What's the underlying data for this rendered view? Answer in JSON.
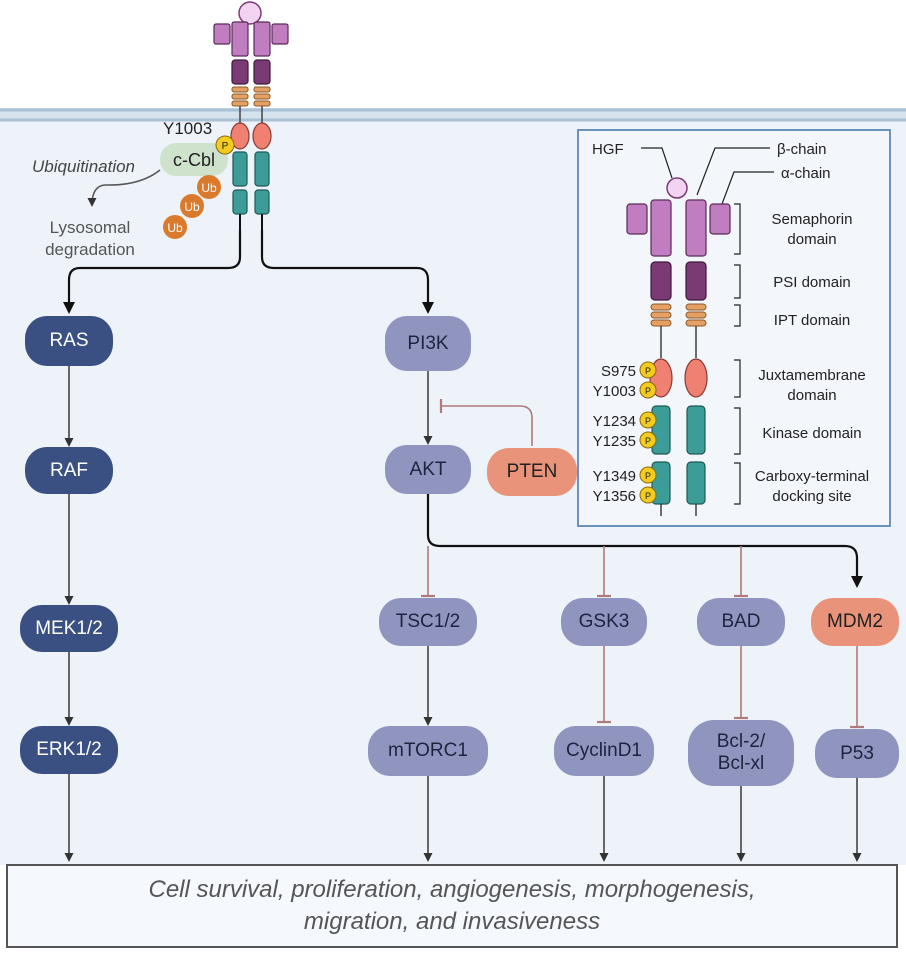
{
  "receptor": {
    "y1003_label": "Y1003",
    "ccbl_label": "c-Cbl",
    "ubiquitination_label": "Ubiquitination",
    "ub_label": "Ub",
    "p_label": "P",
    "lysosomal_line1": "Lysosomal",
    "lysosomal_line2": "degradation"
  },
  "mapk": {
    "ras": "RAS",
    "raf": "RAF",
    "mek": "MEK1/2",
    "erk": "ERK1/2"
  },
  "pi3k": {
    "pi3k": "PI3K",
    "akt": "AKT",
    "pten": "PTEN",
    "tsc": "TSC1/2",
    "mtorc": "mTORC1",
    "gsk3": "GSK3",
    "cyclin": "CyclinD1",
    "bad": "BAD",
    "bcl_line1": "Bcl-2/",
    "bcl_line2": "Bcl-xl",
    "mdm2": "MDM2",
    "p53": "P53"
  },
  "inset": {
    "hgf": "HGF",
    "beta": "β-chain",
    "alpha": "α-chain",
    "sema_line1": "Semaphorin",
    "sema_line2": "domain",
    "psi": "PSI domain",
    "ipt": "IPT domain",
    "jm_line1": "Juxtamembrane",
    "jm_line2": "domain",
    "kinase": "Kinase domain",
    "cterm_line1": "Carboxy-terminal",
    "cterm_line2": "docking site",
    "s975": "S975",
    "y1003": "Y1003",
    "y1234": "Y1234",
    "y1235": "Y1235",
    "y1349": "Y1349",
    "y1356": "Y1356"
  },
  "outcome": {
    "line1": "Cell survival, proliferation, angiogenesis, morphogenesis,",
    "line2": "migration, and invasiveness"
  },
  "colors": {
    "dark_node": "#3a5083",
    "light_node": "#8f95bf",
    "salmon_node": "#e8937a",
    "membrane": "#a9c2d6",
    "cytoplasm": "#eef3f9",
    "sema": "#c07ec0",
    "psi": "#7a3a74",
    "ipt": "#e5a064",
    "jm": "#f08072",
    "kinase": "#3c9c97",
    "phospho": "#f3cc1f",
    "ub": "#d97a2c",
    "ccbl": "#cfe2cc",
    "inhibit": "#b07a7a"
  }
}
